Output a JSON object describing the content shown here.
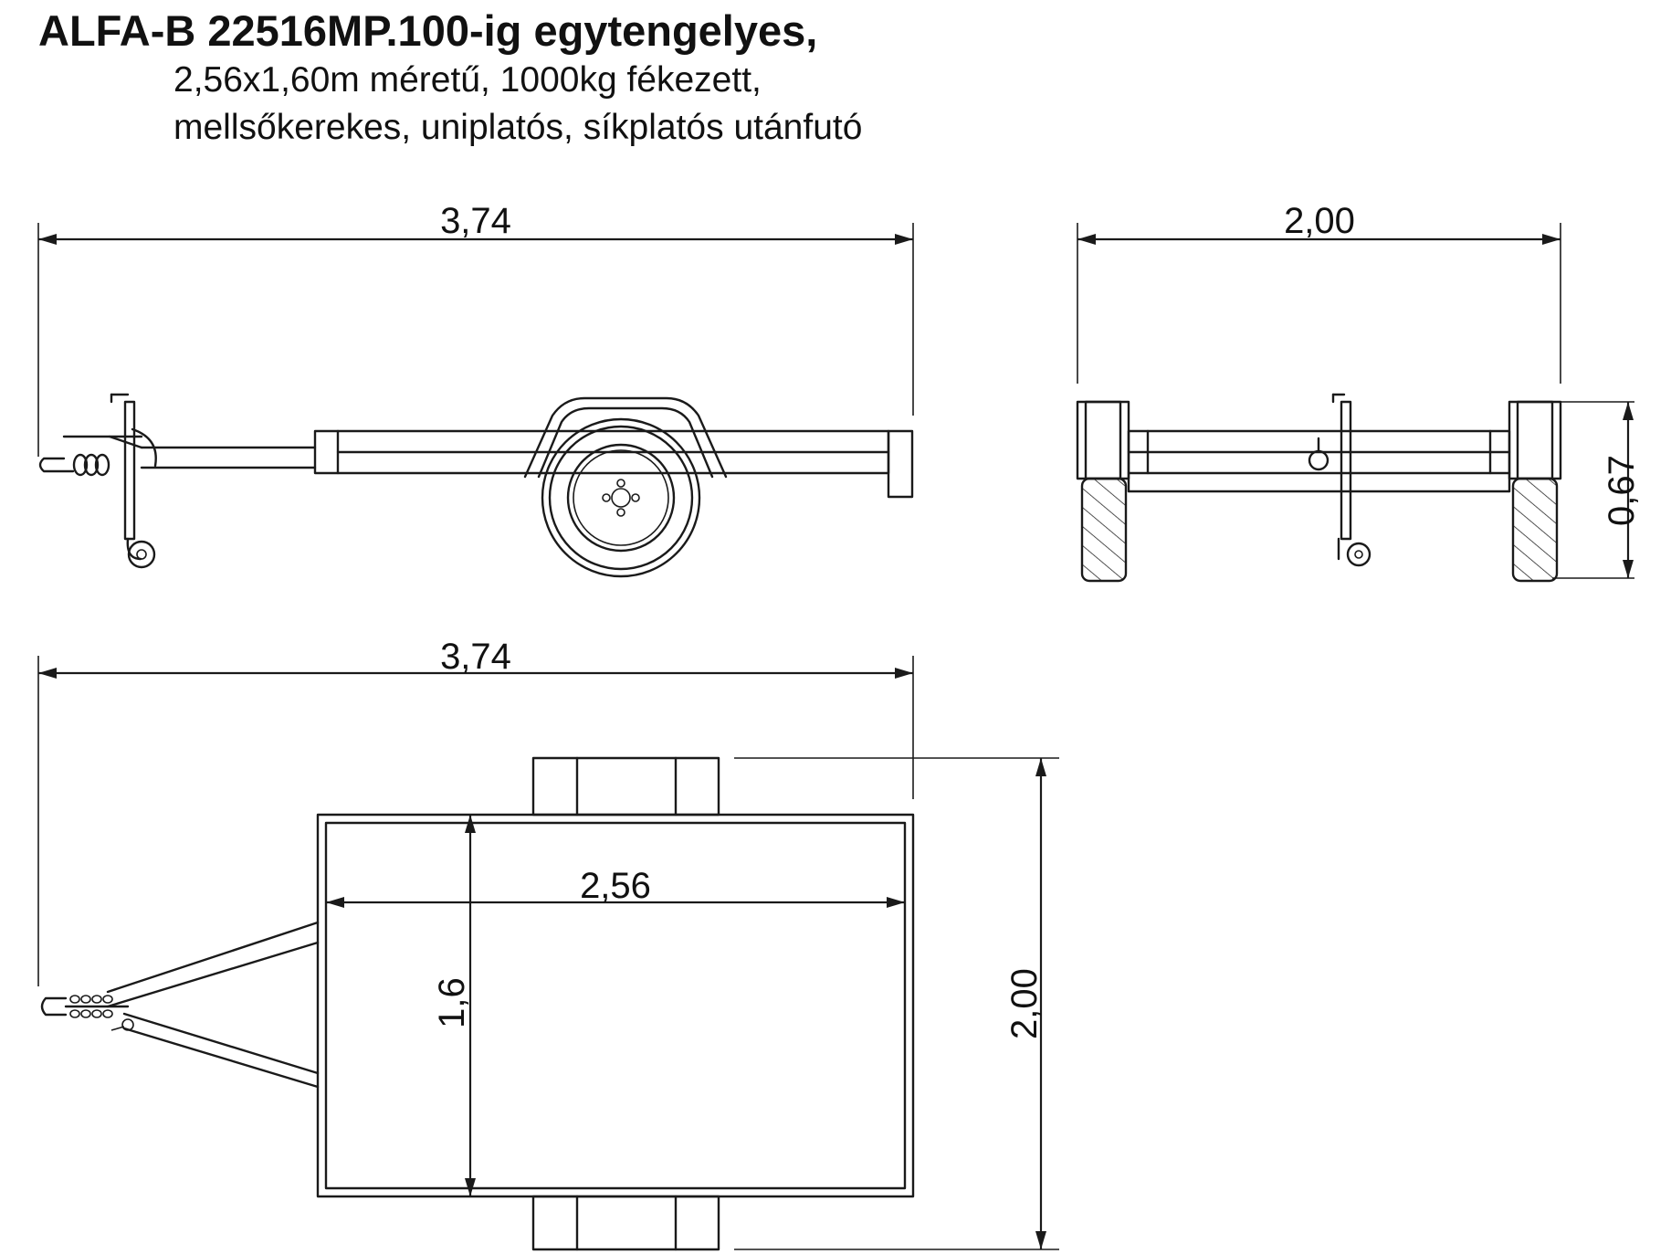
{
  "title": "ALFA-B 22516MP.100-ig egytengelyes,",
  "subtitle_line1": "2,56x1,60m méretű, 1000kg fékezett,",
  "subtitle_line2": "mellsőkerekes, uniplatós, síkplatós utánfutó",
  "views": {
    "side": {
      "length_label": "3,74"
    },
    "rear": {
      "width_label": "2,00",
      "height_label": "0,67"
    },
    "top": {
      "length_label": "3,74",
      "bed_length_label": "2,56",
      "bed_width_label": "1,6",
      "width_label": "2,00"
    }
  }
}
